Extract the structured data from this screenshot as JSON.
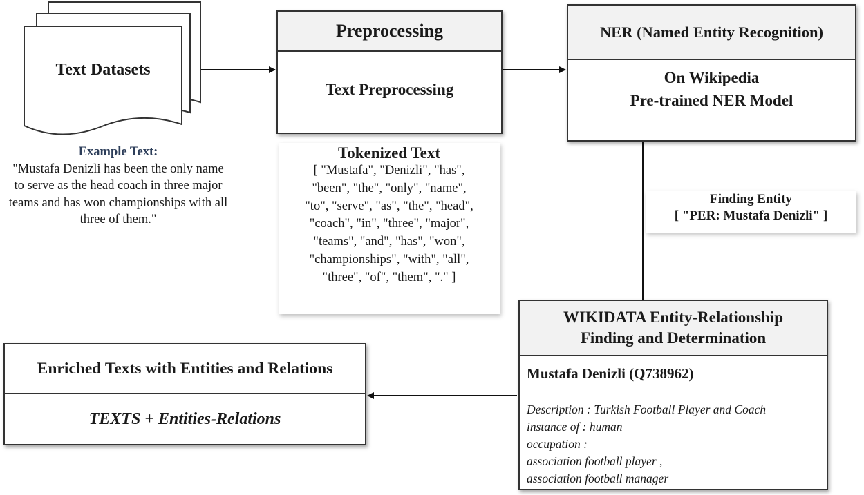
{
  "datasets": {
    "label": "Text Datasets",
    "example_title": "Example Text:",
    "example_text": "\"Mustafa Denizli has been the only name to serve as the head coach in three major teams and has won championships with all three of them.\""
  },
  "preprocessing": {
    "header": "Preprocessing",
    "body": "Text Preprocessing",
    "tokenized_title": "Tokenized Text",
    "tokenized_lines": [
      "[ \"Mustafa\", \"Denizli\", \"has\",",
      "\"been\", \"the\", \"only\", \"name\",",
      "\"to\", \"serve\", \"as\", \"the\", \"head\",",
      "\"coach\", \"in\", \"three\", \"major\",",
      "\"teams\", \"and\", \"has\", \"won\",",
      "\"championships\", \"with\", \"all\",",
      "\"three\", \"of\", \"them\", \".\" ]"
    ]
  },
  "ner": {
    "header": "NER (Named Entity Recognition)",
    "body_line1": "On Wikipedia",
    "body_line2": "Pre-trained NER Model",
    "finding_title": "Finding Entity",
    "finding_value": "[ \"PER: Mustafa Denizli\" ]"
  },
  "wikidata": {
    "header_line1": "WIKIDATA Entity-Relationship",
    "header_line2": "Finding and Determination",
    "entity": "Mustafa Denizli (Q738962)",
    "details": [
      "Description : Turkish Football Player and Coach",
      "instance of : human",
      "occupation :",
      "association football player ,",
      "association football manager"
    ]
  },
  "enriched": {
    "header": "Enriched Texts with Entities and Relations",
    "body": "TEXTS + Entities-Relations"
  }
}
